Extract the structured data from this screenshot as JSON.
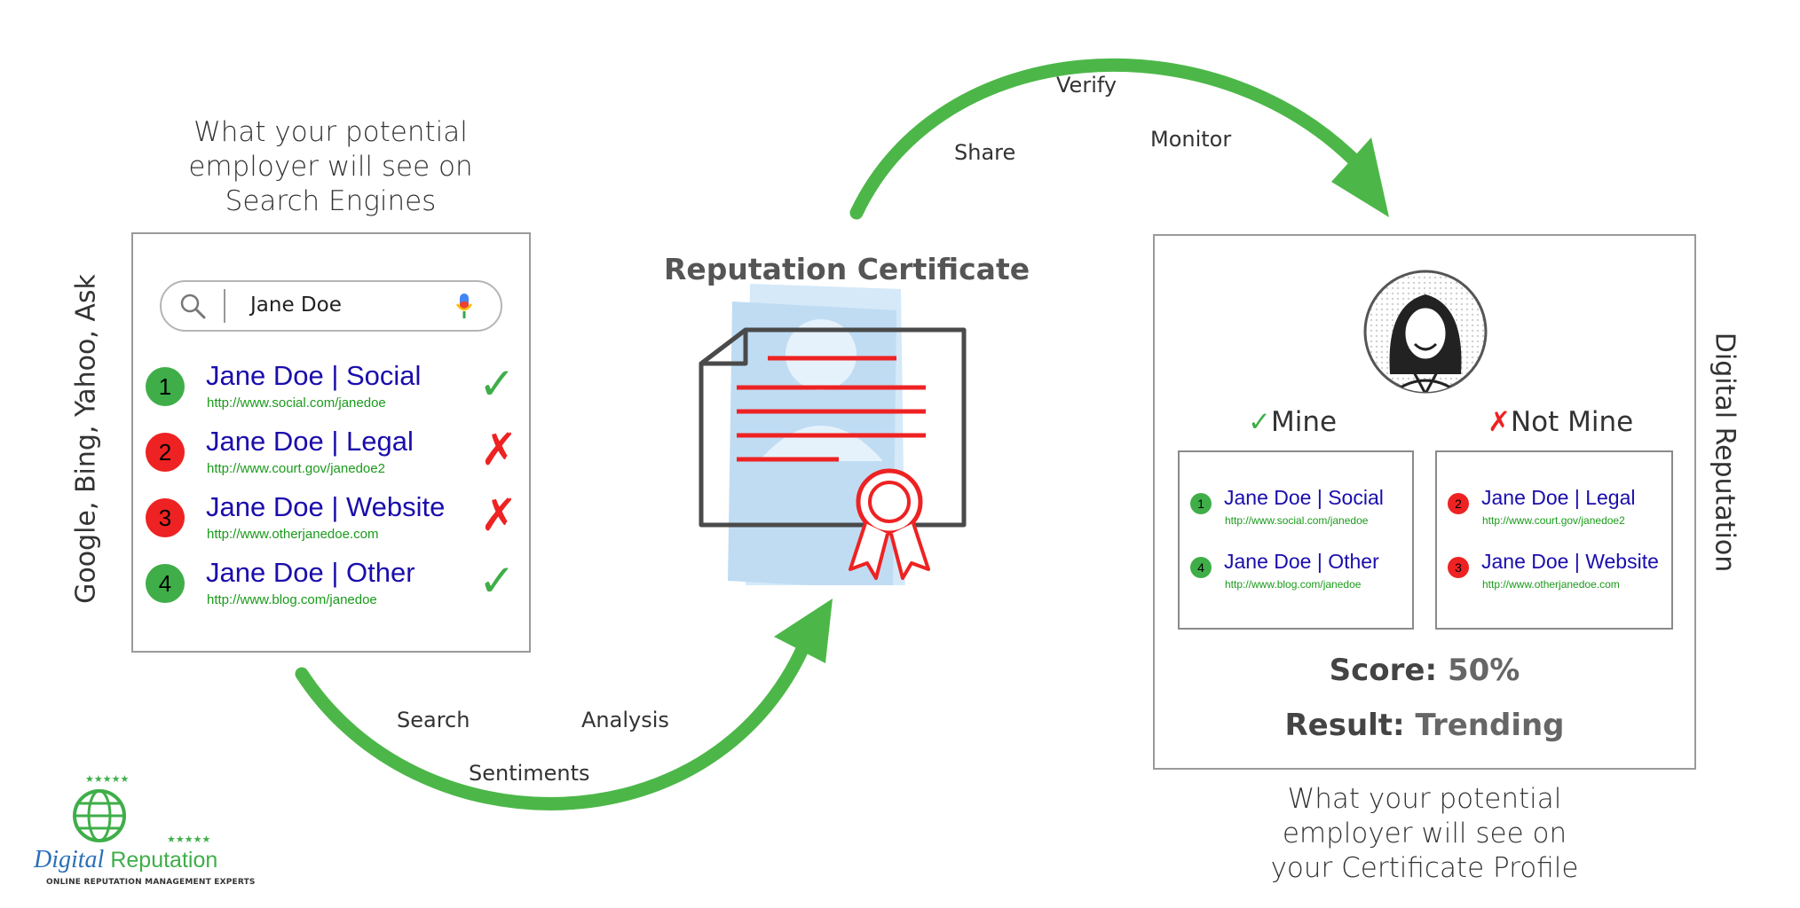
{
  "left_caption": [
    "What your potential",
    "employer will see on",
    "Search Engines"
  ],
  "engines_label": "Google, Bing, Yahoo, Ask",
  "search": {
    "query": "Jane Doe",
    "icons": [
      "search-icon",
      "microphone-icon"
    ]
  },
  "results": [
    {
      "num": "1",
      "title": "Jane Doe | Social",
      "url": "http://www.social.com/janedoe",
      "status": "good"
    },
    {
      "num": "2",
      "title": "Jane Doe | Legal",
      "url": "http://www.court.gov/janedoe2",
      "status": "bad"
    },
    {
      "num": "3",
      "title": "Jane Doe | Website",
      "url": "http://www.otherjanedoe.com",
      "status": "bad"
    },
    {
      "num": "4",
      "title": "Jane Doe | Other",
      "url": "http://www.blog.com/janedoe",
      "status": "good"
    }
  ],
  "marks": {
    "good": "✓",
    "bad": "✗"
  },
  "flow_bottom": [
    "Search",
    "Analysis",
    "Sentiments"
  ],
  "flow_top": [
    "Verify",
    "Share",
    "Monitor"
  ],
  "certificate_title": "Reputation Certificate",
  "profile": {
    "mine_label": "Mine",
    "not_mine_label": "Not Mine",
    "mine": [
      {
        "num": "1",
        "title": "Jane Doe | Social",
        "url": "http://www.social.com/janedoe"
      },
      {
        "num": "4",
        "title": "Jane Doe | Other",
        "url": "http://www.blog.com/janedoe"
      }
    ],
    "not_mine": [
      {
        "num": "2",
        "title": "Jane Doe | Legal",
        "url": "http://www.court.gov/janedoe2"
      },
      {
        "num": "3",
        "title": "Jane Doe | Website",
        "url": "http://www.otherjanedoe.com"
      }
    ],
    "score_label": "Score:",
    "score_value": "50%",
    "result_label": "Result:",
    "result_value": "Trending"
  },
  "right_vertical_label": "Digital Reputation",
  "right_caption": [
    "What your potential",
    "employer will see on",
    "your Certificate Profile"
  ],
  "logo": {
    "name_part1": "Digital",
    "name_part2": "Reputation",
    "tagline": "ONLINE REPUTATION MANAGEMENT EXPERTS"
  },
  "colors": {
    "accent_green": "#3fae49",
    "bad_red": "#ee2222",
    "link_blue": "#1a0dab",
    "url_green": "#1a9a1a"
  }
}
